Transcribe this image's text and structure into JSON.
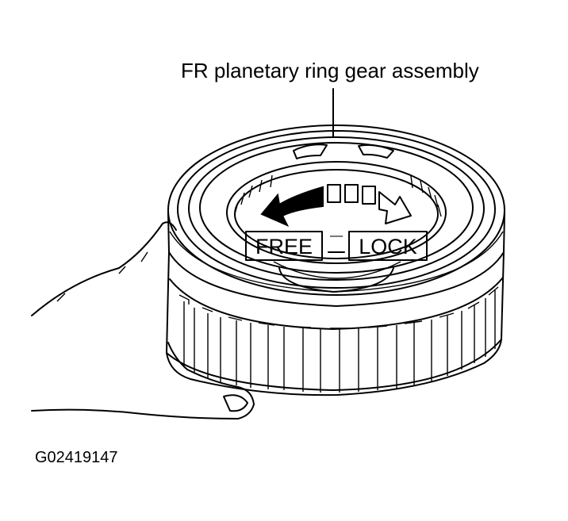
{
  "callout": {
    "text": "FR planetary ring gear assembly"
  },
  "labels": {
    "free": "FREE",
    "lock": "LOCK",
    "separator": "—"
  },
  "figure": {
    "id": "G02419147"
  },
  "icons": {
    "free_arrow": "arrow-left-filled-icon",
    "lock_arrow": "arrow-right-outline-icon",
    "steps": "indicator-boxes-icon"
  },
  "colors": {
    "line": "#000000",
    "paper": "#ffffff"
  }
}
